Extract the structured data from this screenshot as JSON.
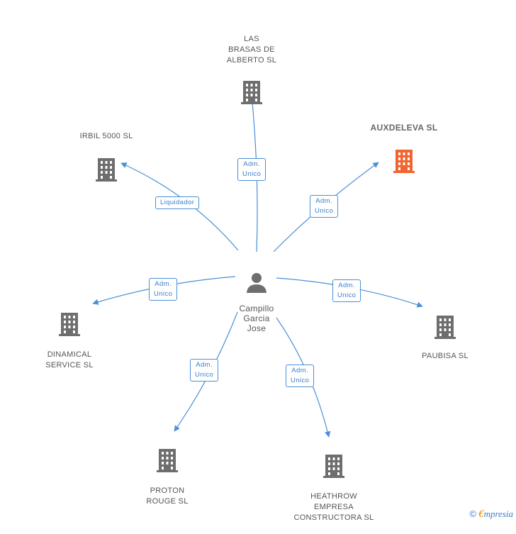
{
  "center": {
    "label": "Campillo\nGarcia\nJose",
    "icon": "person-icon"
  },
  "nodes": [
    {
      "id": "las-brasas",
      "label": "LAS\nBRASAS DE\nALBERTO SL",
      "color": "#6e6e6e"
    },
    {
      "id": "auxdeleva",
      "label": "AUXDELEVA SL",
      "color": "#f26430"
    },
    {
      "id": "irbil",
      "label": "IRBIL 5000 SL",
      "color": "#6e6e6e"
    },
    {
      "id": "dinamical",
      "label": "DINAMICAL\nSERVICE SL",
      "color": "#6e6e6e"
    },
    {
      "id": "paubisa",
      "label": "PAUBISA SL",
      "color": "#6e6e6e"
    },
    {
      "id": "proton",
      "label": "PROTON\nROUGE  SL",
      "color": "#6e6e6e"
    },
    {
      "id": "heathrow",
      "label": "HEATHROW\nEMPRESA\nCONSTRUCTORA SL",
      "color": "#6e6e6e"
    }
  ],
  "edge_labels": [
    {
      "id": "las-brasas",
      "text": "Adm.\nUnico"
    },
    {
      "id": "auxdeleva",
      "text": "Adm.\nUnico"
    },
    {
      "id": "irbil",
      "text": "Liquidador"
    },
    {
      "id": "dinamical",
      "text": "Adm.\nUnico"
    },
    {
      "id": "paubisa",
      "text": "Adm.\nUnico"
    },
    {
      "id": "proton",
      "text": "Adm.\nUnico"
    },
    {
      "id": "heathrow",
      "text": "Adm.\nUnico"
    }
  ],
  "footer": {
    "copyright": "©",
    "brand_initial": "€",
    "brand_rest": "mpresia"
  },
  "colors": {
    "edge": "#4a8fd8",
    "building": "#6e6e6e",
    "highlight": "#f26430"
  }
}
